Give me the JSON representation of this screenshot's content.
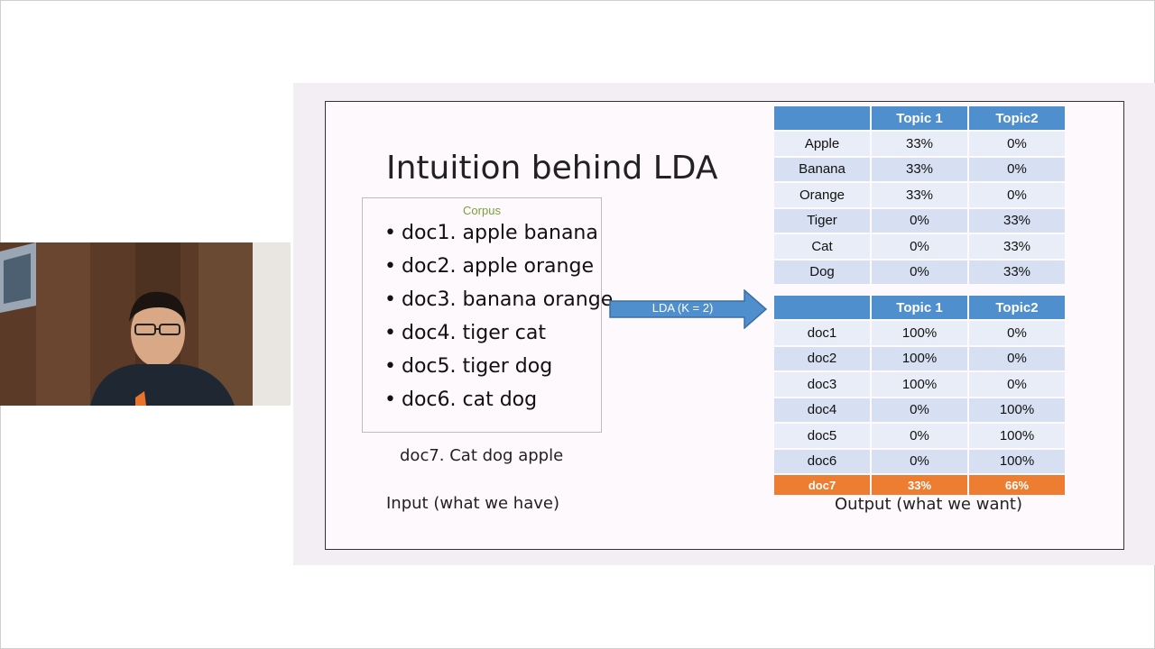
{
  "slide": {
    "title": "Intuition behind LDA",
    "corpus_title": "Corpus",
    "corpus_docs": [
      "doc1. apple banana",
      "doc2. apple orange",
      "doc3. banana orange",
      "doc4. tiger cat",
      "doc5. tiger dog",
      "doc6. cat dog"
    ],
    "new_doc": "doc7. Cat dog apple",
    "input_label": "Input (what we have)",
    "output_label": "Output (what we want)",
    "arrow_label": "LDA (K = 2)",
    "bullet": "•"
  },
  "word_table": {
    "headers": [
      "",
      "Topic 1",
      "Topic2"
    ],
    "rows": [
      [
        "Apple",
        "33%",
        "0%"
      ],
      [
        "Banana",
        "33%",
        "0%"
      ],
      [
        "Orange",
        "33%",
        "0%"
      ],
      [
        "Tiger",
        "0%",
        "33%"
      ],
      [
        "Cat",
        "0%",
        "33%"
      ],
      [
        "Dog",
        "0%",
        "33%"
      ]
    ]
  },
  "doc_table": {
    "headers": [
      "",
      "Topic 1",
      "Topic2"
    ],
    "rows": [
      [
        "doc1",
        "100%",
        "0%"
      ],
      [
        "doc2",
        "100%",
        "0%"
      ],
      [
        "doc3",
        "100%",
        "0%"
      ],
      [
        "doc4",
        "0%",
        "100%"
      ],
      [
        "doc5",
        "0%",
        "100%"
      ],
      [
        "doc6",
        "0%",
        "100%"
      ]
    ],
    "highlight_row": [
      "doc7",
      "33%",
      "66%"
    ]
  },
  "colors": {
    "header_blue": "#4f8fcd",
    "highlight_orange": "#ed7d31",
    "corpus_green": "#7aa03a"
  }
}
